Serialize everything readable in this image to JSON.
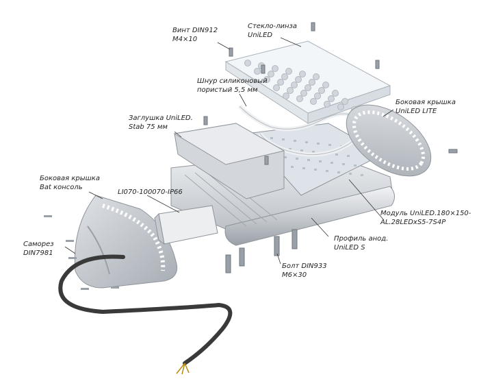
{
  "labels": {
    "screw_din912": [
      "Винт DIN912",
      "M4×10"
    ],
    "glass_lens": [
      "Стекло-линза",
      "UniLED"
    ],
    "silicone_cord": [
      "Шнур силиконовый",
      "пористый 5,5 мм"
    ],
    "side_cover_lite": [
      "Боковая крышка",
      "UniLED LITE"
    ],
    "stub_uniled": [
      "Заглушка UniLED.",
      "Stab 75 мм"
    ],
    "side_cover_bat": [
      "Боковая крышка",
      "Bat консоль"
    ],
    "driver": [
      "LI070-100070-IP66"
    ],
    "module": [
      "Модуль UniLED.180×150-",
      "AL.28LEDxS5-7S4P"
    ],
    "self_tapping_screw": [
      "Саморез",
      "DIN7981"
    ],
    "profile": [
      "Профиль анод.",
      "UniLED S"
    ],
    "bolt_din933": [
      "Болт DIN933",
      "M6×30"
    ]
  },
  "colors": {
    "metal_light": "#e4e6e9",
    "metal_mid": "#c5c9ce",
    "metal_dark": "#8e949b",
    "lens": "#f3f6f8",
    "pcb": "#dde3e8",
    "cable": "#3a3a3a",
    "leader": "#333333"
  }
}
